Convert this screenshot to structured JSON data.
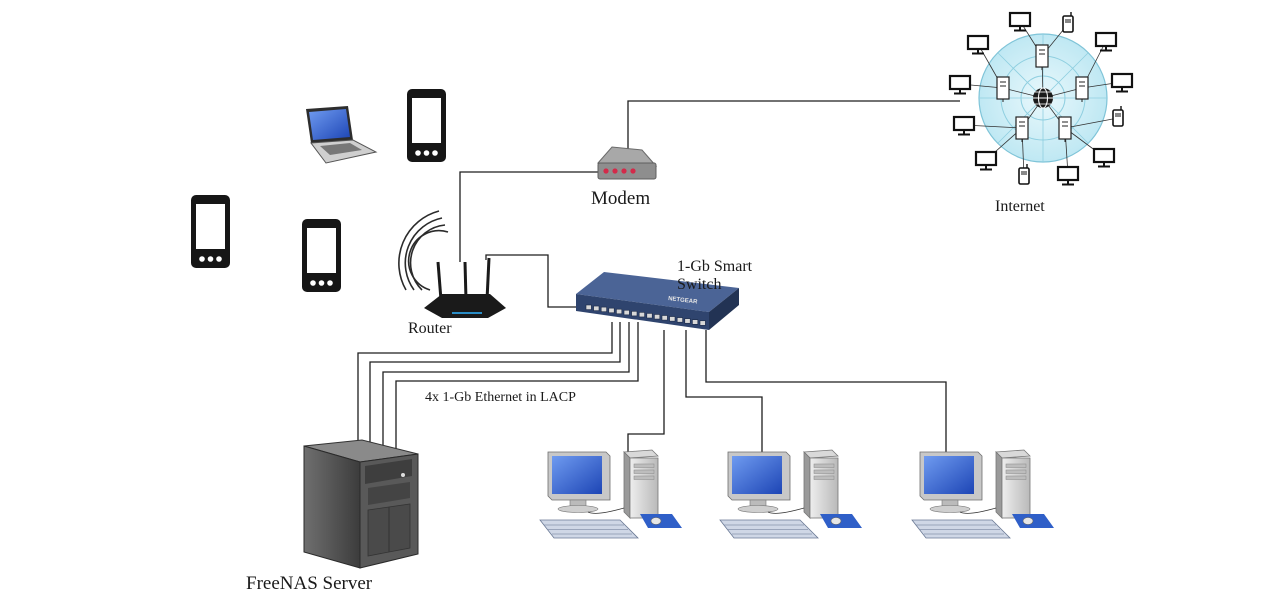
{
  "labels": {
    "modem": "Modem",
    "internet": "Internet",
    "router": "Router",
    "switch_line1": "1-Gb Smart",
    "switch_line2": "Switch",
    "lacp": "4x 1-Gb Ethernet in LACP",
    "server": "FreeNAS Server",
    "switch_brand": "NETGEAR"
  },
  "colors": {
    "screen_blue": "#2f5fc8",
    "cloud_fill": "#cdeef6",
    "switch_body": "#334a78",
    "wire": "#1e1e1e"
  },
  "icons": [
    "laptop-icon",
    "smartphone-icon",
    "modem-icon",
    "router-icon",
    "switch-icon",
    "server-tower-icon",
    "desktop-computer-icon",
    "internet-cloud-icon",
    "globe-icon"
  ]
}
